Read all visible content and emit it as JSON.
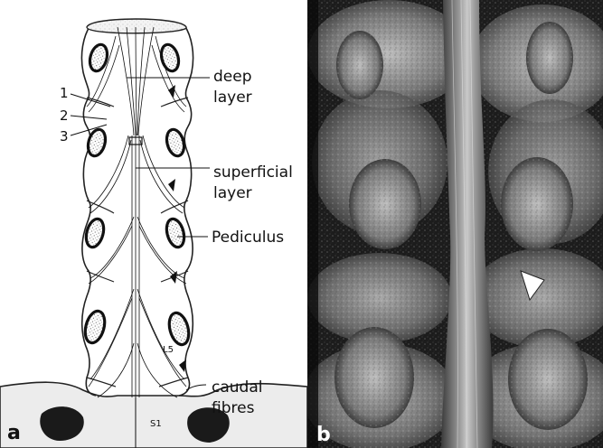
{
  "figure": {
    "panel_a": {
      "letter": "a",
      "labels": {
        "deep_line1": "deep",
        "deep_line2": "layer",
        "superficial_line1": "superficial",
        "superficial_line2": "layer",
        "pediculus": "Pediculus",
        "caudal_line1": "caudal",
        "caudal_line2": "fibres",
        "num1": "1",
        "num2": "2",
        "num3": "3",
        "l5": "L5",
        "s1": "S1"
      }
    },
    "panel_b": {
      "letter": "b"
    }
  }
}
